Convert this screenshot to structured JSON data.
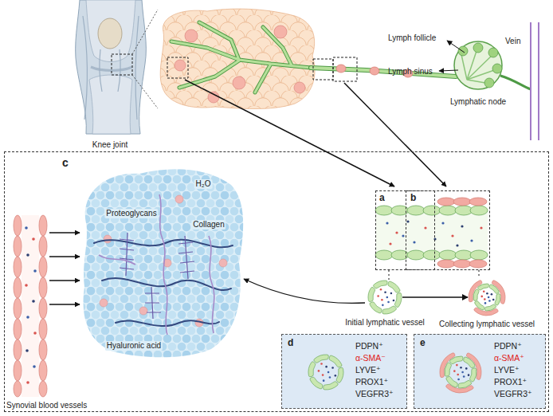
{
  "diagram": {
    "nodes": [
      {
        "text": [
          "c"
        ]
      },
      {
        "text": [
          "a"
        ],
        "in": 0
      },
      {
        "text": [
          "b"
        ],
        "in": 0
      },
      {
        "text": [
          "Initial lymphatic vessel"
        ],
        "in": 0
      },
      {
        "text": [
          "Collecting lymphatic vessel"
        ],
        "in": 0
      },
      {
        "text": [
          "d",
          "PDPN⁺",
          "α-SMA⁻",
          "LYVE⁺",
          "PROX1⁺",
          "VEGFR3⁺"
        ],
        "in": 0
      },
      {
        "text": [
          "e",
          "PDPN⁺",
          "α-SMA⁺",
          "LYVE⁺",
          "PROX1⁺",
          "VEGFR3⁺"
        ],
        "in": 0
      }
    ],
    "edges": [
      {
        "from": 1,
        "to": 3,
        "arrow": "none"
      },
      {
        "from": 2,
        "to": 4,
        "arrow": "none"
      },
      {
        "from": 3,
        "to": 4,
        "arrow": "to"
      }
    ],
    "labels": [
      "Knee joint",
      "Lymph follicle",
      "Lymph sinus",
      "Lymphatic node",
      "Vein",
      "H₂O",
      "Proteoglycans",
      "Collagen",
      "Hyaluronic acid",
      "Synovial blood vessels"
    ]
  }
}
